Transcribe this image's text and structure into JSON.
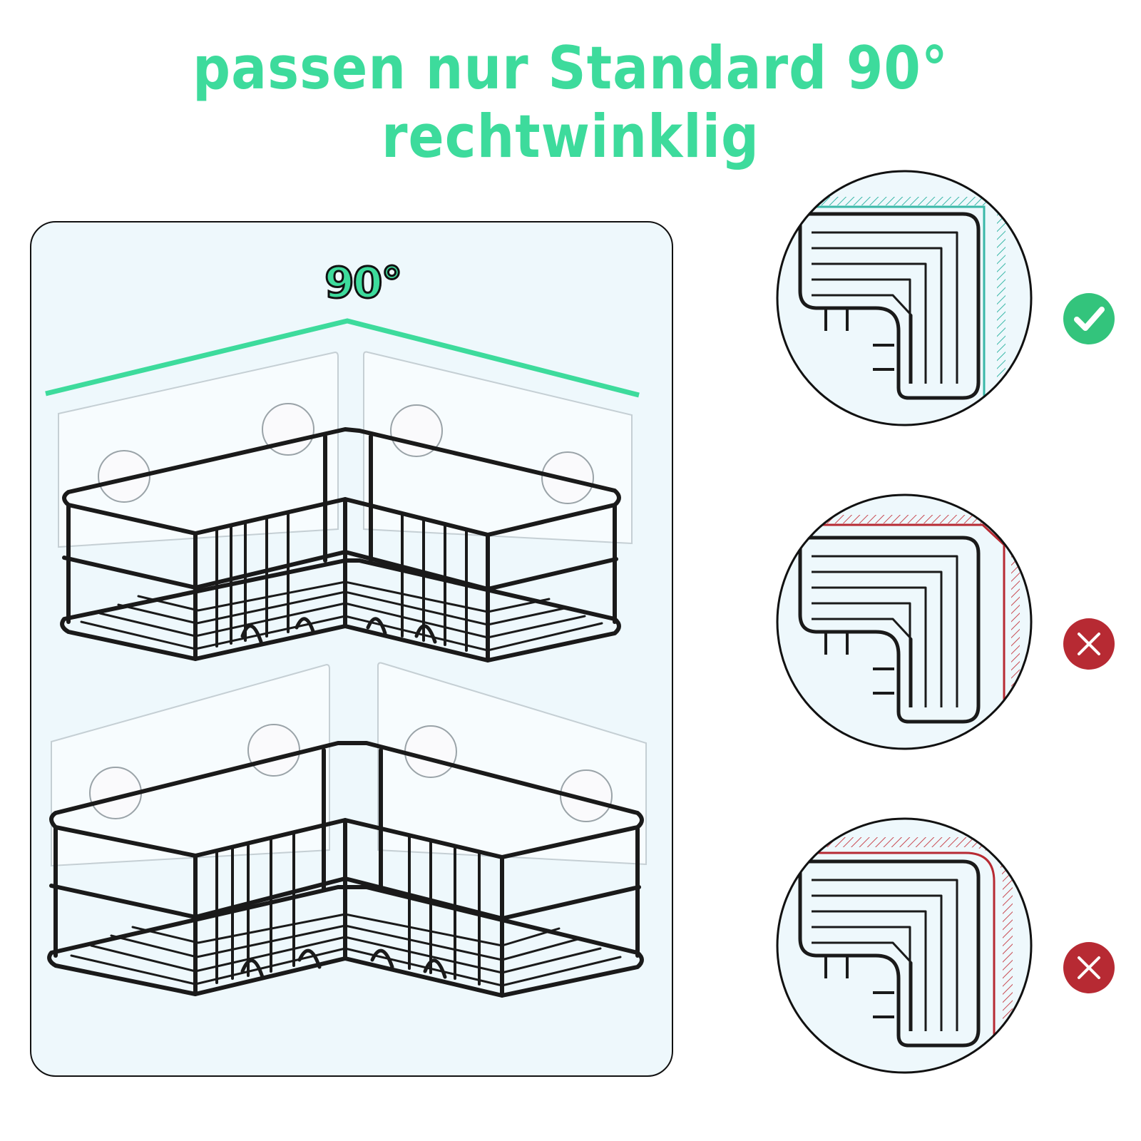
{
  "headline": "passen nur Standard 90° rechtwinklig",
  "angle_label": "90°",
  "colors": {
    "accent_green": "#3ddb9c",
    "ok_green": "#33c47c",
    "bad_red": "#b72a33",
    "wall_teal": "#3ab8a8",
    "wire": "#1a1a1a"
  },
  "corner_examples": [
    {
      "id": "right-angle-wall",
      "verdict": "check-icon"
    },
    {
      "id": "obtuse-angle-wall",
      "verdict": "cross-icon"
    },
    {
      "id": "rounded-corner-wall",
      "verdict": "cross-icon"
    }
  ]
}
